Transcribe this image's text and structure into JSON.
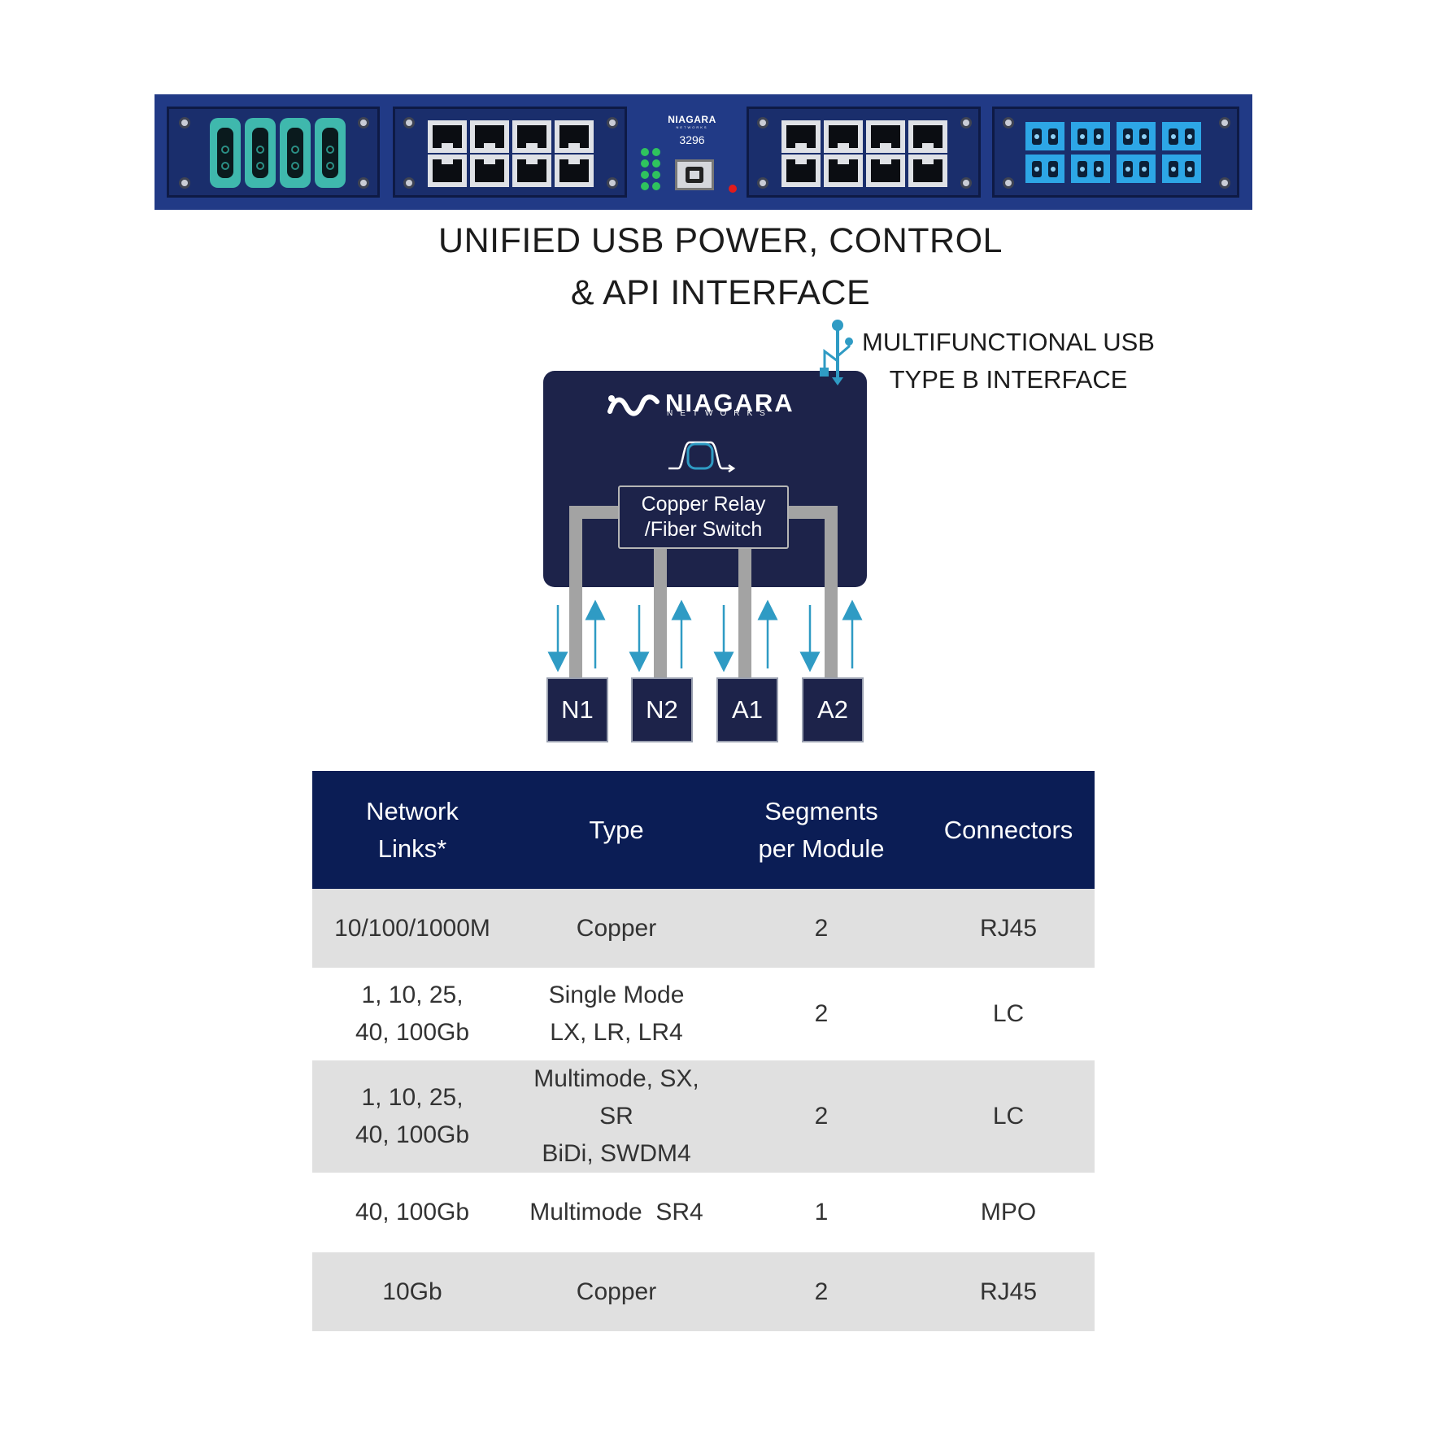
{
  "chassis": {
    "brand": "NIAGARA",
    "brand_sub": "NETWORKS",
    "model": "3296"
  },
  "headline": {
    "line1": "UNIFIED USB POWER, CONTROL",
    "line2": "& API INTERFACE"
  },
  "usb_label": {
    "line1": "MULTIFUNCTIONAL USB",
    "line2": "TYPE B INTERFACE"
  },
  "device": {
    "brand": "NIAGARA",
    "brand_sub": "NETWORKS",
    "relay_line1": "Copper Relay",
    "relay_line2": "/Fiber Switch",
    "ports": [
      "N1",
      "N2",
      "A1",
      "A2"
    ]
  },
  "colors": {
    "chassis_blue": "#213a86",
    "device_navy": "#1d234a",
    "header_navy": "#0b1d55",
    "arrow_blue": "#2f9bc4",
    "lc_blue": "#2da6e6",
    "db9_teal": "#3fb8ad"
  },
  "table": {
    "headers": [
      [
        "Network",
        "Links*"
      ],
      [
        "Type"
      ],
      [
        "Segments",
        "per Module"
      ],
      [
        "Connectors"
      ]
    ],
    "rows": [
      {
        "links": [
          "10/100/1000M"
        ],
        "type": [
          "Copper"
        ],
        "segments": "2",
        "connectors": "RJ45"
      },
      {
        "links": [
          "1, 10, 25,",
          "40, 100Gb"
        ],
        "type": [
          "Single Mode",
          "LX, LR, LR4"
        ],
        "segments": "2",
        "connectors": "LC"
      },
      {
        "links": [
          "1, 10, 25,",
          "40, 100Gb"
        ],
        "type": [
          "Multimode, SX, SR",
          "BiDi, SWDM4"
        ],
        "segments": "2",
        "connectors": "LC"
      },
      {
        "links": [
          "40, 100Gb"
        ],
        "type": [
          "Multimode  SR4"
        ],
        "segments": "1",
        "connectors": "MPO"
      },
      {
        "links": [
          "10Gb"
        ],
        "type": [
          "Copper"
        ],
        "segments": "2",
        "connectors": "RJ45"
      }
    ]
  }
}
